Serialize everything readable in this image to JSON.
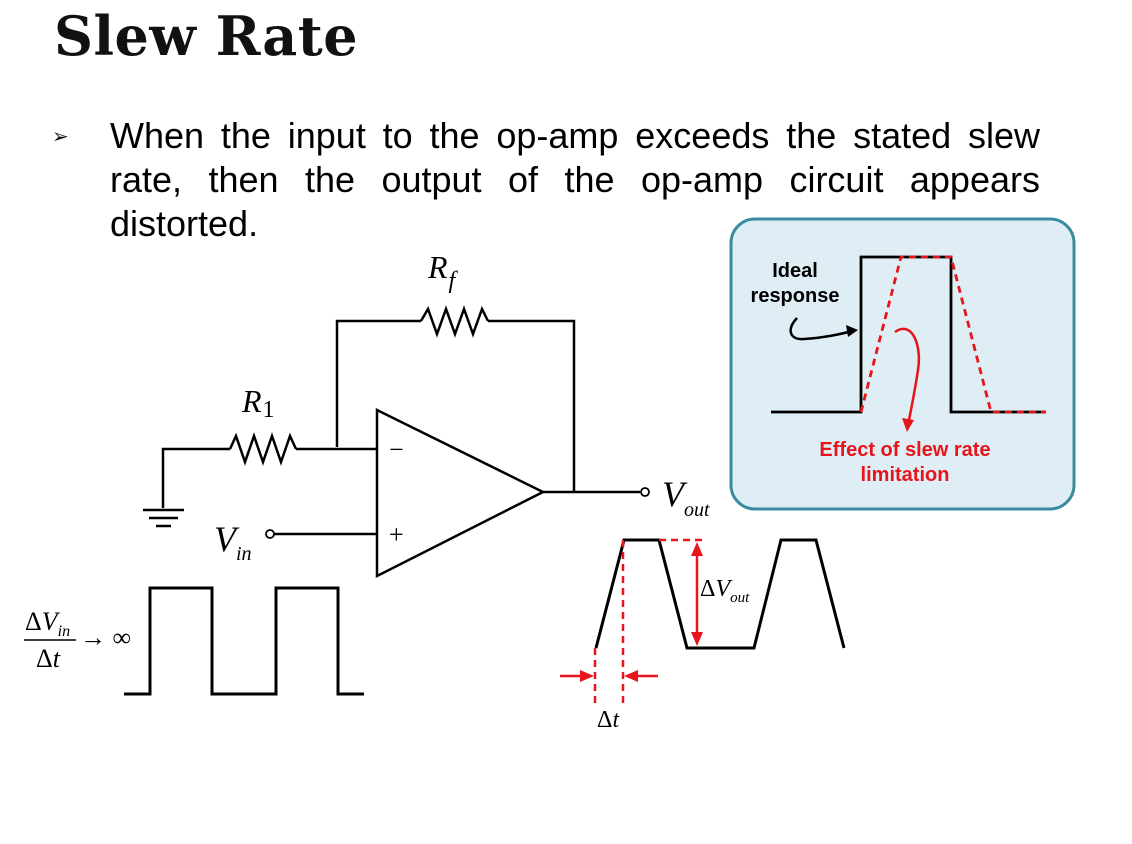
{
  "slide": {
    "title": "Slew Rate",
    "bullet_icon": "arrowhead-bullet-icon",
    "bullet_text": "When the input to the op-amp exceeds the stated slew  rate, then the output of the op-amp circuit appears  distorted."
  },
  "circuit": {
    "feedback_resistor": {
      "symbol": "R",
      "subscript": "f"
    },
    "input_resistor": {
      "symbol": "R",
      "subscript": "1"
    },
    "inverting_sign": "−",
    "noninverting_sign": "+",
    "input_label": {
      "symbol": "V",
      "subscript": "in"
    },
    "output_label": {
      "symbol": "V",
      "subscript": "out"
    }
  },
  "input_waveform": {
    "numerator": {
      "prefix": "Δ",
      "symbol": "V",
      "subscript": "in"
    },
    "denominator": {
      "prefix": "Δ",
      "symbol": "t"
    },
    "limit": "→ ∞"
  },
  "output_waveform": {
    "amplitude_label": {
      "prefix": "Δ",
      "symbol": "V",
      "subscript": "out"
    },
    "time_label": {
      "prefix": "Δ",
      "symbol": "t"
    }
  },
  "callout": {
    "ideal_label_line1": "Ideal",
    "ideal_label_line2": "response",
    "effect_label_line1": "Effect of slew rate",
    "effect_label_line2": "limitation"
  },
  "colors": {
    "accent_red": "#e8141b",
    "callout_fill": "#deeef4",
    "callout_border": "#3a8b9e",
    "ink": "#000000"
  }
}
